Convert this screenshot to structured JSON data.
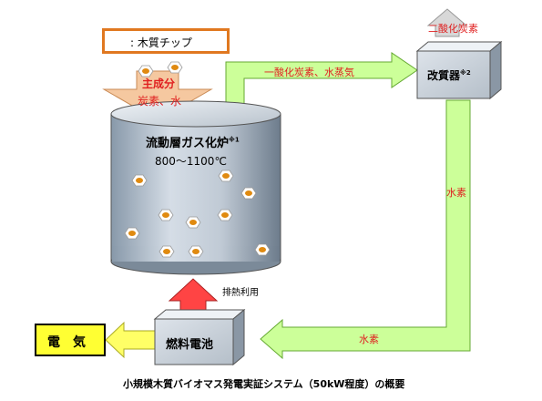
{
  "legend": {
    "label": ": 木質チップ"
  },
  "input": {
    "main_component": "主成分",
    "carbon_water": "炭素、水"
  },
  "gasifier": {
    "name": "流動層ガス化炉",
    "note": "※1",
    "temperature": "800～1100℃"
  },
  "reformer": {
    "name": "改質器",
    "note": "※2"
  },
  "flows": {
    "gasifier_to_reformer": "一酸化炭素、水蒸気",
    "reformer_exhaust": "二酸化炭素",
    "reformer_to_down": "水素",
    "bottom_return": "水素",
    "waste_heat": "排熱利用"
  },
  "fuel_cell": {
    "name": "燃料電池"
  },
  "output": {
    "label": "電　気"
  },
  "caption": "小規模木質バイオマス発電実証システム（50kW程度）の概要",
  "colors": {
    "arrow_green": "#ccff99",
    "arrow_green_stroke": "#66aa33",
    "reformer_arrow": "#d8d8d8",
    "input_arrow": "#f5c8a0",
    "heat_arrow": "#ff4444",
    "output_box": "#ffff33",
    "legend_border": "#e07820",
    "chip": "#e08a10",
    "red_text": "#e02020"
  }
}
